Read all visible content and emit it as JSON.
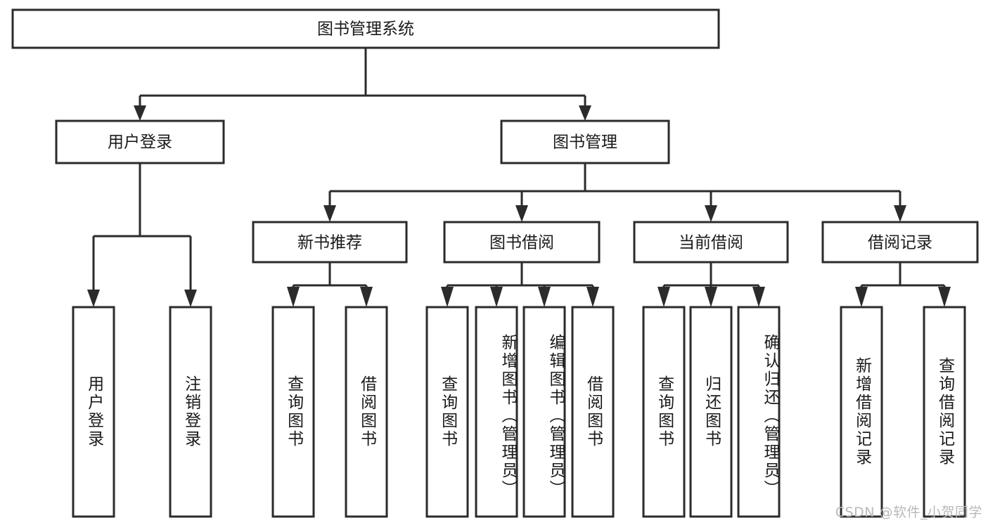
{
  "diagram": {
    "title": "图书管理系统",
    "type": "hierarchy-tree",
    "orientation": "top-down",
    "colors": {
      "stroke": "#2b2b2b",
      "box_fill": "#ffffff",
      "text": "#1a1a1a",
      "background": "#ffffff",
      "watermark": "#b9b9b9"
    },
    "root": {
      "label": "图书管理系统"
    },
    "level2": [
      {
        "label": "用户登录"
      },
      {
        "label": "图书管理"
      }
    ],
    "level3": [
      {
        "label": "新书推荐"
      },
      {
        "label": "图书借阅"
      },
      {
        "label": "当前借阅"
      },
      {
        "label": "借阅记录"
      }
    ],
    "leaves": {
      "user_login": [
        {
          "label": "用户登录"
        },
        {
          "label": "注销登录"
        }
      ],
      "new_book_recommend": [
        {
          "label": "查询图书"
        },
        {
          "label": "借阅图书"
        }
      ],
      "book_borrow": [
        {
          "label": "查询图书"
        },
        {
          "label": "新增图书（管理员）"
        },
        {
          "label": "编辑图书（管理员）"
        },
        {
          "label": "借阅图书"
        }
      ],
      "current_borrow": [
        {
          "label": "查询图书"
        },
        {
          "label": "归还图书"
        },
        {
          "label": "确认归还（管理员）"
        }
      ],
      "borrow_record": [
        {
          "label": "新增借阅记录"
        },
        {
          "label": "查询借阅记录"
        }
      ]
    },
    "watermark": "CSDN @软件_小贺同学"
  }
}
